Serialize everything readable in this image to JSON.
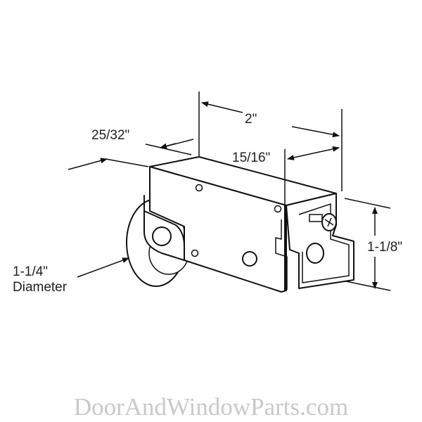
{
  "dimensions": {
    "length": "2\"",
    "offset": "25/32\"",
    "bracket": "15/16\"",
    "height": "1-1/8\"",
    "wheel_size": "1-1/4\"",
    "wheel_label": "Diameter"
  },
  "watermark": "DoorAndWindowParts.com"
}
